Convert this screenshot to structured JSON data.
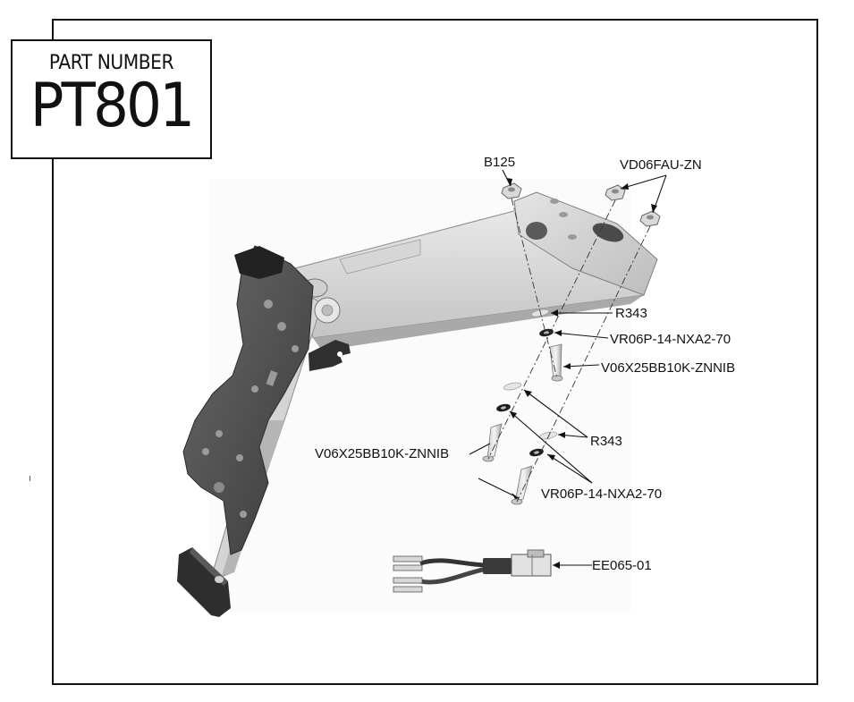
{
  "part_header": {
    "label": "PART NUMBER",
    "number": "PT801"
  },
  "callouts": {
    "b125": "B125",
    "vd06fau": "VD06FAU-ZN",
    "r343_upper": "R343",
    "vr06p_upper": "VR06P-14-NXA2-70",
    "v06x25_upper": "V06X25BB10K-ZNNIB",
    "r343_lower": "R343",
    "v06x25_lower": "V06X25BB10K-ZNNIB",
    "vr06p_lower": "VR06P-14-NXA2-70",
    "ee065": "EE065-01"
  }
}
